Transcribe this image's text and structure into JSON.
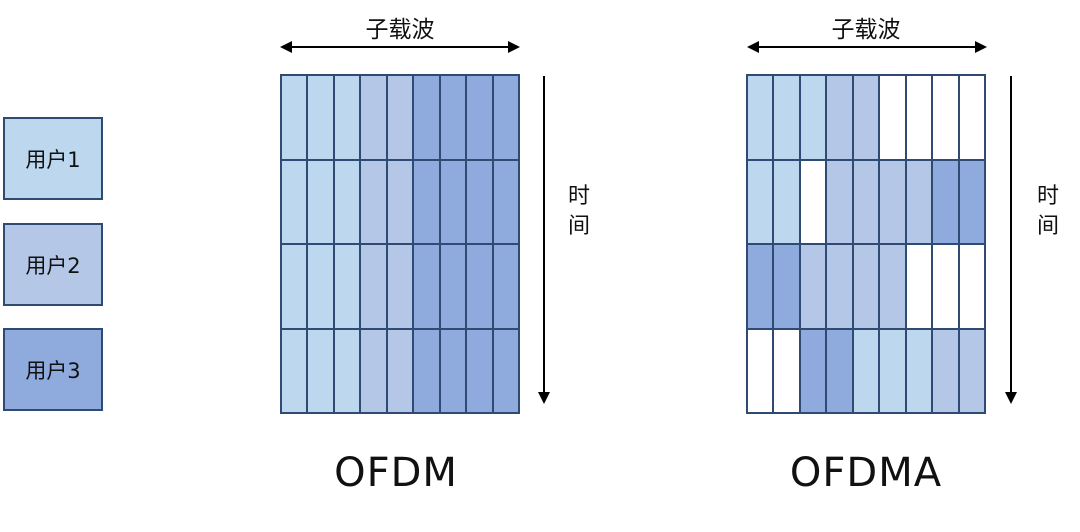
{
  "legend": {
    "items": [
      {
        "label": "用户1",
        "user": 1,
        "color": "#BDD7EE"
      },
      {
        "label": "用户2",
        "user": 2,
        "color": "#B4C7E7"
      },
      {
        "label": "用户3",
        "user": 3,
        "color": "#8FAADC"
      }
    ]
  },
  "colors": {
    "border": "#2F4A73",
    "unused": "#FFFFFF",
    "arrow": "#000000"
  },
  "diagrams": [
    {
      "title": "OFDM",
      "x_axis_label": "子载波",
      "y_axis_label": "时间",
      "grid": [
        [
          1,
          1,
          1,
          2,
          2,
          3,
          3,
          3,
          3
        ],
        [
          1,
          1,
          1,
          2,
          2,
          3,
          3,
          3,
          3
        ],
        [
          1,
          1,
          1,
          2,
          2,
          3,
          3,
          3,
          3
        ],
        [
          1,
          1,
          1,
          2,
          2,
          3,
          3,
          3,
          3
        ]
      ]
    },
    {
      "title": "OFDMA",
      "x_axis_label": "子载波",
      "y_axis_label": "时间",
      "grid": [
        [
          1,
          1,
          1,
          2,
          2,
          0,
          0,
          0,
          0
        ],
        [
          1,
          1,
          0,
          2,
          2,
          2,
          2,
          3,
          3
        ],
        [
          3,
          3,
          2,
          2,
          2,
          2,
          0,
          0,
          0
        ],
        [
          0,
          0,
          3,
          3,
          1,
          1,
          1,
          2,
          2
        ]
      ]
    }
  ]
}
